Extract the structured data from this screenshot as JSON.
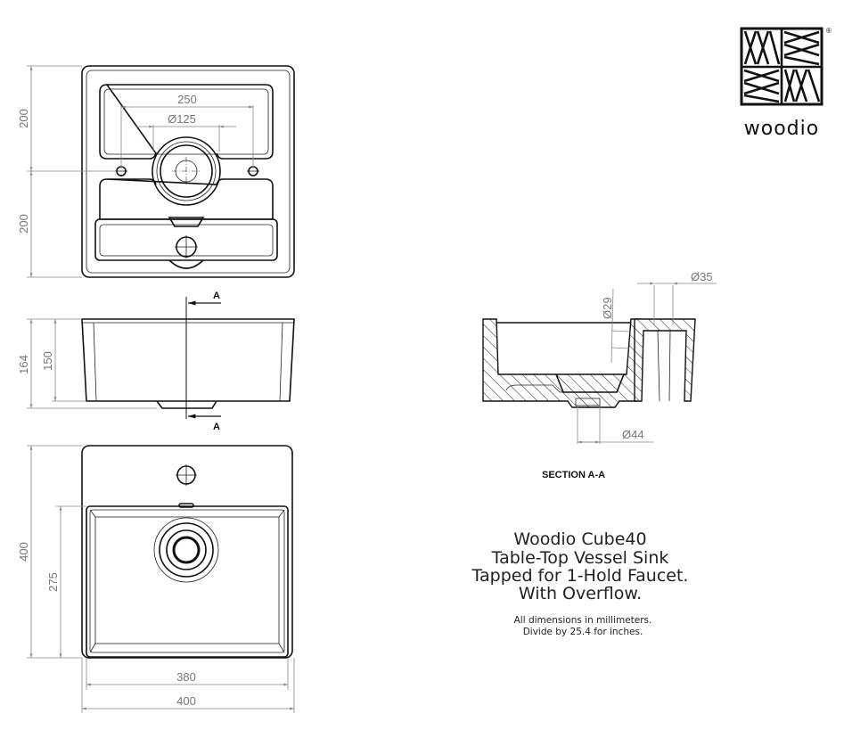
{
  "brand": {
    "name": "woodio",
    "registered": "®"
  },
  "top_view": {
    "dims": {
      "upper_height": "200",
      "lower_height": "200",
      "hole_spacing": "250",
      "drain_diameter": "Ø125"
    }
  },
  "side_view": {
    "dims": {
      "total_height": "164",
      "body_height": "150"
    },
    "section_marker_top": "A",
    "section_marker_bottom": "A"
  },
  "front_view": {
    "dims": {
      "depth": "400",
      "basin_depth": "275",
      "inner_width": "380",
      "outer_width": "400"
    }
  },
  "section": {
    "label": "SECTION A-A",
    "dims": {
      "overflow": "Ø29",
      "faucet_hole": "Ø35",
      "drain": "Ø44"
    }
  },
  "title": {
    "lines": [
      "Woodio Cube40",
      "Table-Top Vessel Sink",
      "Tapped for 1-Hold Faucet.",
      "With Overflow."
    ]
  },
  "notes": [
    "All dimensions in millimeters.",
    "Divide by 25.4 for inches."
  ],
  "colors": {
    "line": "#111111",
    "dimension": "#888888"
  }
}
